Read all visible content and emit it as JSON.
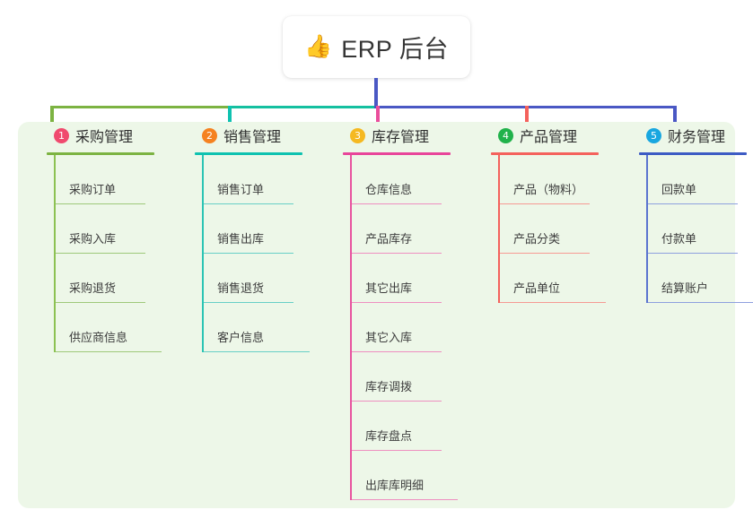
{
  "root": {
    "emoji": "👍",
    "emoji_name": "thumbs-up-emoji",
    "title": "ERP 后台"
  },
  "palette": {
    "panel_bg": "#edf7e8",
    "card_bg": "#ffffff",
    "text": "#353535",
    "bus_left": "#7cb342",
    "bus_mid": "#14c0a0",
    "bus_right": "#4a58c4"
  },
  "columns": [
    {
      "index": "1",
      "title": "采购管理",
      "badge_color": "#f04a6e",
      "rule_color": "#7cb342",
      "trunk_color": "#8cc152",
      "leaf_rule_color": "#9ec97a",
      "drop_color": "#7cb342",
      "items": [
        {
          "label": "采购订单"
        },
        {
          "label": "采购入库"
        },
        {
          "label": "采购退货"
        },
        {
          "label": "供应商信息"
        }
      ]
    },
    {
      "index": "2",
      "title": "销售管理",
      "badge_color": "#f58220",
      "rule_color": "#0fc2b0",
      "trunk_color": "#2bc4b4",
      "leaf_rule_color": "#67cfc6",
      "drop_color": "#0fc2b0",
      "items": [
        {
          "label": "销售订单"
        },
        {
          "label": "销售出库"
        },
        {
          "label": "销售退货"
        },
        {
          "label": "客户信息"
        }
      ]
    },
    {
      "index": "3",
      "title": "库存管理",
      "badge_color": "#f5b921",
      "rule_color": "#e8459a",
      "trunk_color": "#e8549f",
      "leaf_rule_color": "#ee8fc0",
      "drop_color": "#ea4e9c",
      "items": [
        {
          "label": "仓库信息"
        },
        {
          "label": "产品库存"
        },
        {
          "label": "其它出库"
        },
        {
          "label": "其它入库"
        },
        {
          "label": "库存调拨"
        },
        {
          "label": "库存盘点"
        },
        {
          "label": "出库库明细"
        }
      ]
    },
    {
      "index": "4",
      "title": "产品管理",
      "badge_color": "#21b24b",
      "rule_color": "#f4625c",
      "trunk_color": "#f4625c",
      "leaf_rule_color": "#f69a93",
      "drop_color": "#f4625c",
      "items": [
        {
          "label": "产品（物料）"
        },
        {
          "label": "产品分类"
        },
        {
          "label": "产品单位"
        }
      ]
    },
    {
      "index": "5",
      "title": "财务管理",
      "badge_color": "#19a7e0",
      "rule_color": "#3d5cc4",
      "trunk_color": "#5b74cf",
      "leaf_rule_color": "#8ea0de",
      "drop_color": "#4a58c4",
      "items": [
        {
          "label": "回款单"
        },
        {
          "label": "付款单"
        },
        {
          "label": "结算账户"
        }
      ]
    }
  ]
}
